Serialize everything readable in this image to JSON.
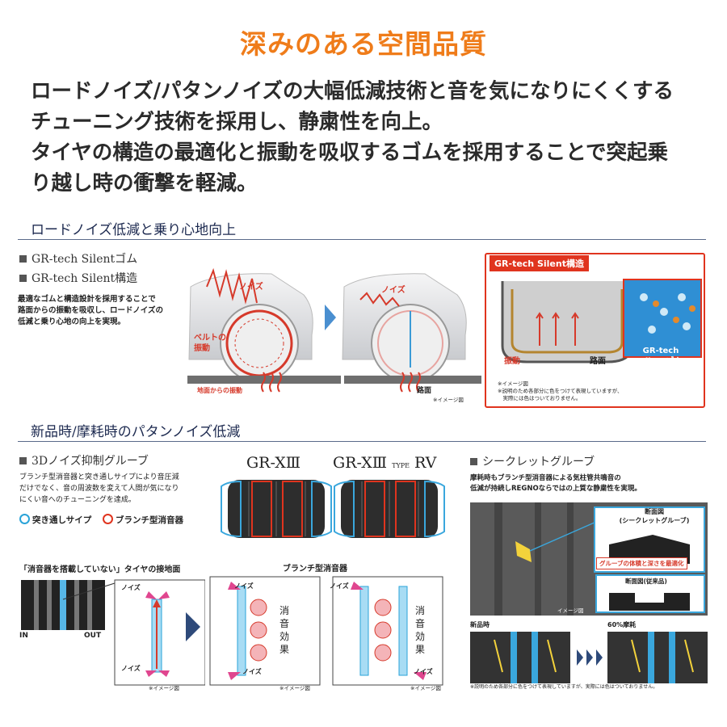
{
  "title": "深みのある空間品質",
  "lead": [
    "ロードノイズ/パタンノイズの大幅低減技術と音を気になりにくくする",
    "チューニング技術を採用し、静粛性を向上。",
    "タイヤの構造の最適化と振動を吸収するゴムを採用することで突起乗",
    "り越し時の衝撃を軽減。"
  ],
  "section1": {
    "heading": "ロードノイズ低減と乗り心地向上",
    "bullets": [
      "GR-tech Silentゴム",
      "GR-tech Silent構造"
    ],
    "desc": [
      "最適なゴムと構造設計を採用することで",
      "路面からの振動を吸収し、ロードノイズの",
      "低減と乗り心地の向上を実現。"
    ],
    "noise_label": "ノイズ",
    "belt_label": [
      "ベルトの",
      "振動"
    ],
    "ground_label": "地面からの振動",
    "road_label": "路面",
    "image_note": "※イメージ図",
    "panel": {
      "tag": "GR-tech Silent構造",
      "vibration": "振動",
      "road": "路面",
      "rubber": [
        "GR-tech",
        "Silentゴム"
      ],
      "notes": [
        "※イメージ図",
        "※説明のため各部分に色をつけて表現していますが、",
        "　実際には色はついておりません。"
      ]
    }
  },
  "section2": {
    "heading": "新品時/摩耗時のパタンノイズ低減",
    "group3d": {
      "bullet": "3Dノイズ抑制グルーブ",
      "desc": [
        "ブランチ型消音器と突き通しサイプにより音圧減",
        "だけでなく、音の周波数を変えて人間が気になり",
        "にくい音へのチューニングを達成。"
      ],
      "legend": [
        {
          "label": "突き通しサイプ",
          "color": "#2aa3d8"
        },
        {
          "label": "ブランチ型消音器",
          "color": "#e0341e"
        }
      ]
    },
    "tire1": {
      "name": "GR-XⅢ"
    },
    "tire2": {
      "name": "GR-XⅢ",
      "sub": "TYPE",
      "suffix": "RV"
    },
    "contact": {
      "heading": "「消音器を搭載していない」タイヤの接地面",
      "in": "IN",
      "out": "OUT",
      "noise": "ノイズ",
      "note": "※イメージ図"
    },
    "branch": {
      "heading": "ブランチ型消音器",
      "noise": "ノイズ",
      "effect": [
        "消",
        "音",
        "効",
        "果"
      ],
      "note": "※イメージ図"
    },
    "secret": {
      "bullet": "シークレットグルーブ",
      "desc": [
        "摩耗時もブランチ型消音器による気柱管共鳴音の",
        "低減が持続しREGNOならではの上質な静粛性を実現。"
      ],
      "cross_title": [
        "断面図",
        "(シークレットグルーブ)"
      ],
      "cross_tag": "グルーブの体積と深さを最適化",
      "cross_old": "断面図(従来品)",
      "image_note": "イメージ図",
      "new_label": "新品時",
      "worn_label": "60%摩耗",
      "footnote": "※説明のため各部分に色をつけて表現していますが、実際には色はついておりません。"
    }
  }
}
